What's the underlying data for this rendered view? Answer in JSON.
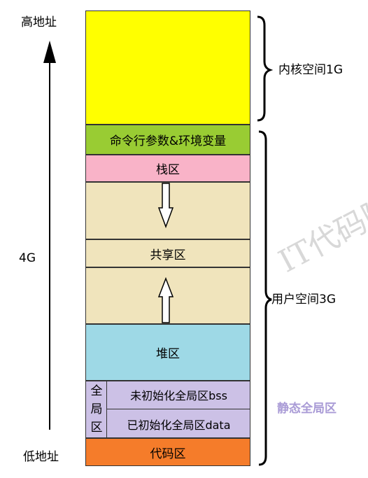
{
  "axis": {
    "high_label": "高地址",
    "low_label": "低地址",
    "size_label": "4G"
  },
  "segments": {
    "kernel": {
      "label": "",
      "color": "#ffff00"
    },
    "cmdline_env": {
      "label": "命令行参数&环境变量",
      "color": "#99cc33"
    },
    "stack": {
      "label": "栈区",
      "color": "#f9b3c8"
    },
    "shared": {
      "label": "共享区",
      "color": "#f0e4bc"
    },
    "heap": {
      "label": "堆区",
      "color": "#9ed9e6"
    },
    "bss": {
      "label": "未初始化全局区bss",
      "color": "#ccc1e6"
    },
    "data": {
      "label": "已初始化全局区data",
      "color": "#ccc1e6"
    },
    "global_group": {
      "label": "全局区",
      "chars": [
        "全",
        "局",
        "区"
      ]
    },
    "code": {
      "label": "代码区",
      "color": "#f57c2a"
    }
  },
  "braces": {
    "kernel_space": "内核空间1G",
    "user_space": "用户空间3G"
  },
  "static_global_label": "静态全局区",
  "watermark": "IT代码随"
}
